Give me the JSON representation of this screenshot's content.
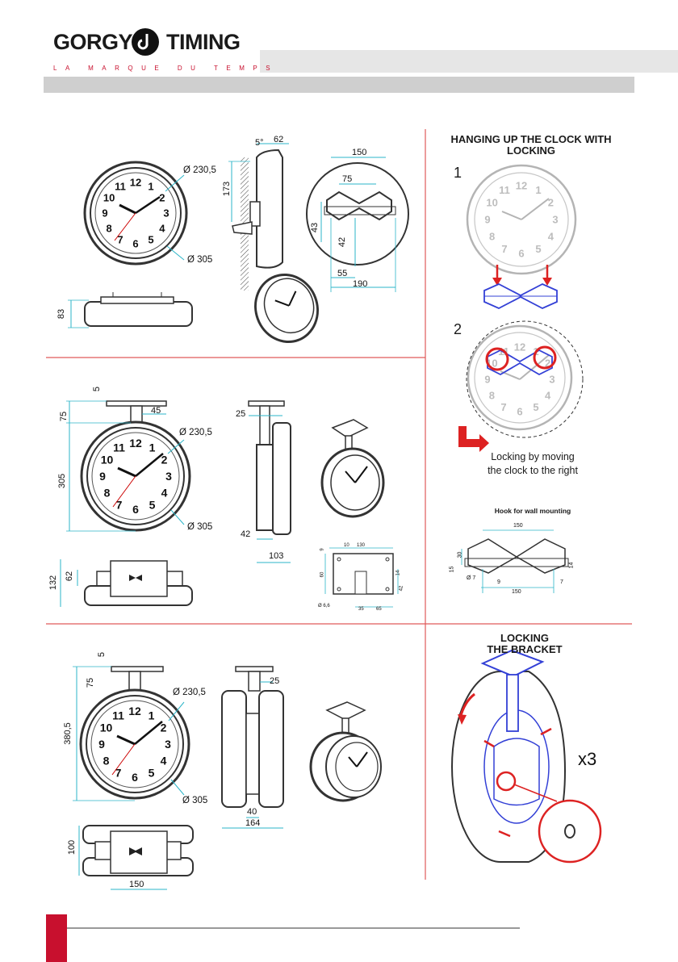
{
  "brand": {
    "left_word": "GORGY",
    "right_word": "TIMING",
    "tagline": "LA MARQUE DU TEMPS",
    "red": "#c8102e",
    "dim_color": "#2bb5c8",
    "blue": "#3340d6"
  },
  "clock_numbers": [
    "12",
    "1",
    "2",
    "3",
    "4",
    "5",
    "6",
    "7",
    "8",
    "9",
    "10",
    "11"
  ],
  "section1": {
    "dia_small": "Ø 230,5",
    "dia_large": "Ø 305",
    "depth": "83",
    "side_angle": "5°",
    "side_width": "62",
    "side_height": "173",
    "bracket_top": "150",
    "bracket_hook": "75",
    "bracket_left": "43",
    "bracket_center": "42",
    "bracket_offset": "55",
    "bracket_bottom": "190"
  },
  "section2": {
    "top_gap": "5",
    "stem": "75",
    "stem_w": "45",
    "height": "305",
    "dia_small": "Ø 230,5",
    "dia_large": "Ø 305",
    "side_plate": "25",
    "side_depth": "42",
    "side_total": "103",
    "bottom_total": "132",
    "bottom_inner": "62",
    "plate_a": "10",
    "plate_b": "130",
    "plate_c": "9",
    "plate_d": "60",
    "plate_e": "14",
    "plate_f": "42",
    "plate_hole": "Ø 6,6",
    "plate_g": "35",
    "plate_h": "65"
  },
  "section3": {
    "top_gap": "5",
    "stem": "75",
    "height": "380,5",
    "dia_small": "Ø 230,5",
    "dia_large": "Ø 305",
    "side_plate": "25",
    "side_inner": "40",
    "side_total": "164",
    "bottom_h": "100",
    "bottom_w": "150"
  },
  "right_panel": {
    "heading1": "HANGING UP THE CLOCK WITH",
    "heading1b": "LOCKING",
    "step1": "1",
    "step2": "2",
    "caption_line1": "Locking by moving",
    "caption_line2": "the clock to the right",
    "hook_title": "Hook for wall mounting",
    "hook_top": "150",
    "hook_h1": "30",
    "hook_h2": "15",
    "hook_r": "14",
    "hook_hole": "Ø 7",
    "hook_a": "9",
    "hook_b": "7",
    "hook_bottom": "150",
    "heading2": "LOCKING",
    "heading2b": "THE BRACKET",
    "multiplier": "x3"
  }
}
